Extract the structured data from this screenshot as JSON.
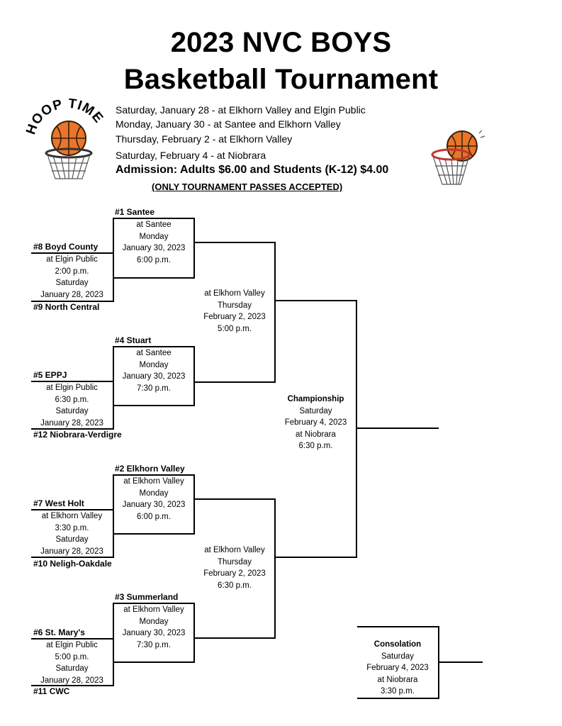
{
  "header": {
    "title_line1": "2023 NVC BOYS",
    "title_line2": "Basketball Tournament",
    "schedule": [
      "Saturday, January 28 - at Elkhorn Valley and Elgin Public",
      "Monday, January 30 - at Santee and Elkhorn Valley",
      "Thursday, February 2 - at Elkhorn Valley",
      "Saturday, February 4 - at Niobrara"
    ],
    "admission": "Admission:  Adults $6.00 and Students (K-12) $4.00",
    "passes_note": "(ONLY TOURNAMENT PASSES ACCEPTED)",
    "logo_text": "HOOP TIME"
  },
  "first_round": [
    {
      "top_team": "#8  Boyd County",
      "bottom_team": "#9  North Central",
      "site": "at Elgin Public",
      "time": "2:00 p.m.",
      "day": "Saturday",
      "date": "January 28, 2023"
    },
    {
      "top_team": "#5  EPPJ",
      "bottom_team": "#12  Niobrara-Verdigre",
      "site": "at Elgin Public",
      "time": "6:30 p.m.",
      "day": "Saturday",
      "date": "January 28, 2023"
    },
    {
      "top_team": "#7  West Holt",
      "bottom_team": "#10  Neligh-Oakdale",
      "site": "at Elkhorn Valley",
      "time": "3:30 p.m.",
      "day": "Saturday",
      "date": "January 28, 2023"
    },
    {
      "top_team": "#6  St. Mary's",
      "bottom_team": "#11  CWC",
      "site": "at Elgin Public",
      "time": "5:00 p.m.",
      "day": "Saturday",
      "date": "January 28, 2023"
    }
  ],
  "quarterfinals": [
    {
      "seed_team": "#1  Santee",
      "site": "at Santee",
      "day": "Monday",
      "date": "January 30, 2023",
      "time": "6:00 p.m."
    },
    {
      "seed_team": "#4  Stuart",
      "site": "at Santee",
      "day": "Monday",
      "date": "January 30, 2023",
      "time": "7:30 p.m."
    },
    {
      "seed_team": "#2  Elkhorn Valley",
      "site": "at Elkhorn Valley",
      "day": "Monday",
      "date": "January 30, 2023",
      "time": "6:00 p.m."
    },
    {
      "seed_team": "#3  Summerland",
      "site": "at Elkhorn Valley",
      "day": "Monday",
      "date": "January 30, 2023",
      "time": "7:30 p.m."
    }
  ],
  "semifinals": [
    {
      "site": "at Elkhorn Valley",
      "day": "Thursday",
      "date": "February 2, 2023",
      "time": "5:00 p.m."
    },
    {
      "site": "at Elkhorn Valley",
      "day": "Thursday",
      "date": "February 2, 2023",
      "time": "6:30 p.m."
    }
  ],
  "championship": {
    "label": "Championship",
    "day": "Saturday",
    "date": "February 4, 2023",
    "site": "at Niobrara",
    "time": "6:30 p.m."
  },
  "consolation": {
    "label": "Consolation",
    "day": "Saturday",
    "date": "February 4, 2023",
    "site": "at Niobrara",
    "time": "3:30 p.m."
  },
  "colors": {
    "ball": "#e8762a",
    "ball_seam": "#3a1d08",
    "rim": "#c0392b",
    "lines": "#000000"
  }
}
